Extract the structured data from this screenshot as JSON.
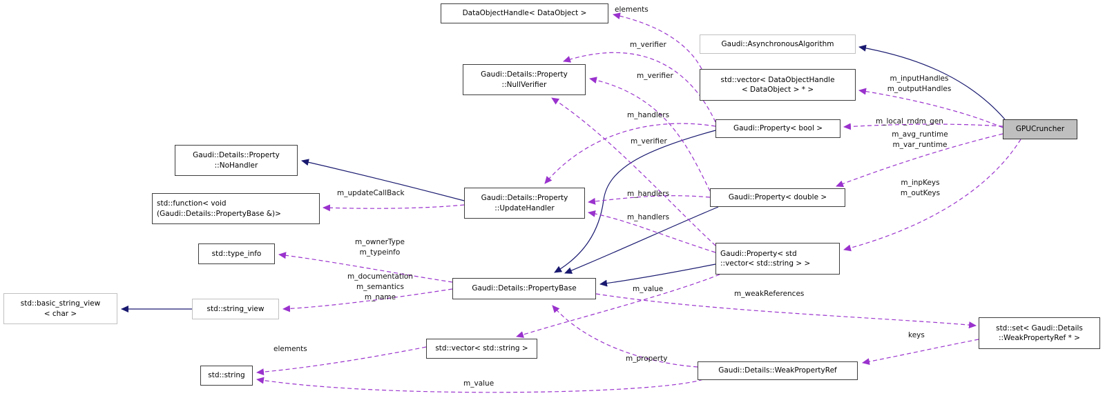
{
  "colors": {
    "inheritance_edge": "#191970",
    "usage_edge": "#9a32cd",
    "node_fill": "#ffffff",
    "node_border": "#3c3c3c",
    "external_node_border": "#c0c0c0",
    "current_node_fill": "#bfbfbf"
  },
  "nodes": {
    "data_object_handle": {
      "label": "DataObjectHandle< DataObject >"
    },
    "async_algorithm": {
      "label": "Gaudi::AsynchronousAlgorithm"
    },
    "vector_doh": {
      "label": "std::vector< DataObjectHandle\n< DataObject > * >"
    },
    "gpucruncher": {
      "label": "GPUCruncher"
    },
    "null_verifier": {
      "label": "Gaudi::Details::Property\n::NullVerifier"
    },
    "no_handler": {
      "label": "Gaudi::Details::Property\n::NoHandler"
    },
    "std_function": {
      "label": "std::function< void\n(Gaudi::Details::PropertyBase &)>"
    },
    "update_handler": {
      "label": "Gaudi::Details::Property\n::UpdateHandler"
    },
    "prop_bool": {
      "label": "Gaudi::Property< bool >"
    },
    "prop_double": {
      "label": "Gaudi::Property< double >"
    },
    "prop_vec_string": {
      "label": "Gaudi::Property< std\n::vector< std::string > >"
    },
    "type_info": {
      "label": "std::type_info"
    },
    "property_base": {
      "label": "Gaudi::Details::PropertyBase"
    },
    "string_view": {
      "label": "std::string_view"
    },
    "basic_string_view": {
      "label": "std::basic_string_view\n< char >"
    },
    "vector_string": {
      "label": "std::vector< std::string >"
    },
    "std_string": {
      "label": "std::string"
    },
    "weak_property_ref": {
      "label": "Gaudi::Details::WeakPropertyRef"
    },
    "std_set": {
      "label": "std::set< Gaudi::Details\n::WeakPropertyRef * >"
    }
  },
  "edge_labels": {
    "elements_top": {
      "text": "elements"
    },
    "m_verifier_1": {
      "text": "m_verifier"
    },
    "m_verifier_2": {
      "text": "m_verifier"
    },
    "m_input_handles": {
      "text": "m_inputHandles\nm_outputHandles"
    },
    "m_handlers_1": {
      "text": "m_handlers"
    },
    "m_local_rndm_gen": {
      "text": "m_local_rndm_gen"
    },
    "m_verifier_3": {
      "text": "m_verifier"
    },
    "m_runtime": {
      "text": "m_avg_runtime\nm_var_runtime"
    },
    "m_inp_out_keys": {
      "text": "m_inpKeys\nm_outKeys"
    },
    "m_handlers_2": {
      "text": "m_handlers"
    },
    "m_update_callback": {
      "text": "m_updateCallBack"
    },
    "m_handlers_3": {
      "text": "m_handlers"
    },
    "m_owner_type": {
      "text": "m_ownerType\nm_typeinfo"
    },
    "m_docs": {
      "text": "m_documentation\nm_semantics\nm_name"
    },
    "m_value_1": {
      "text": "m_value"
    },
    "m_weak_references": {
      "text": "m_weakReferences"
    },
    "elements_bottom": {
      "text": "elements"
    },
    "keys": {
      "text": "keys"
    },
    "m_property": {
      "text": "m_property"
    },
    "m_value_2": {
      "text": "m_value"
    }
  }
}
